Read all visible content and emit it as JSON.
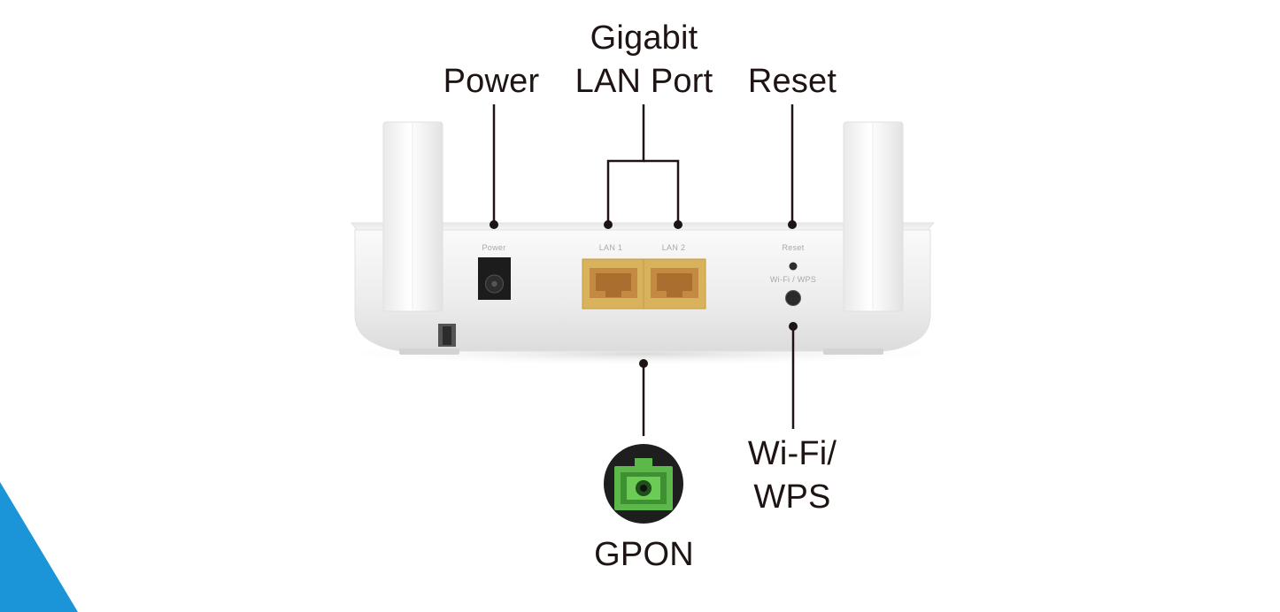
{
  "callouts": {
    "power": "Power",
    "lan_line1": "Gigabit",
    "lan_line2": "LAN Port",
    "reset": "Reset",
    "wifi_line1": "Wi-Fi/",
    "wifi_line2": "WPS",
    "gpon": "GPON"
  },
  "panel_labels": {
    "power": "Power",
    "lan1": "LAN 1",
    "lan2": "LAN 2",
    "reset": "Reset",
    "wps": "Wi-Fi / WPS"
  },
  "colors": {
    "text": "#1d1413",
    "leader_line": "#1d1413",
    "lan_port": "#d8b25c",
    "gpon_connector": "#5cb848",
    "corner_accent": "#1b95d8"
  }
}
